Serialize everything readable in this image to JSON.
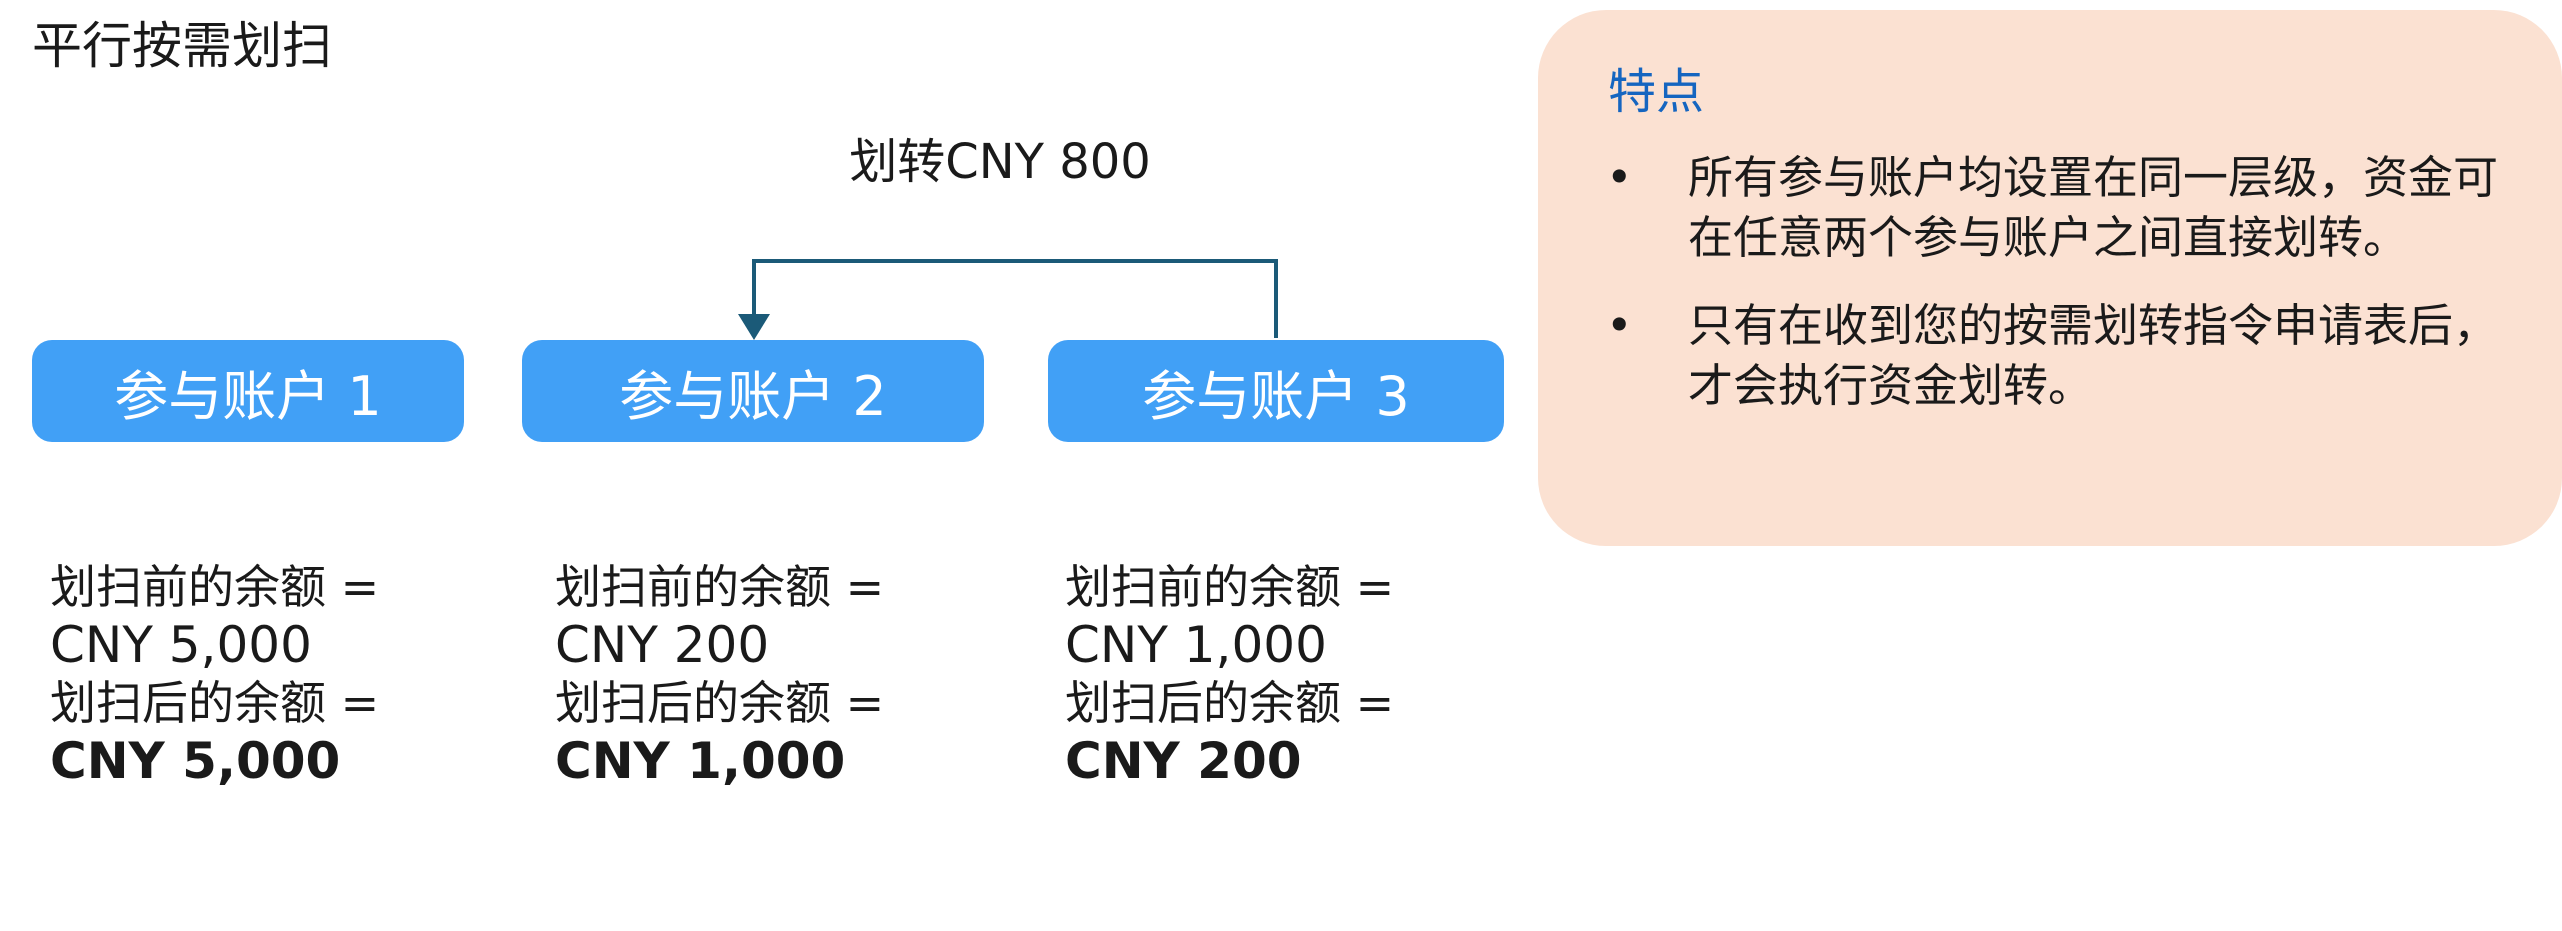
{
  "title": "平行按需划扫",
  "transfer_label": "划转CNY 800",
  "colors": {
    "account_box": "#41a0f6",
    "arrow": "#1b5a78",
    "panel": "#fbe1d2",
    "panel_title": "#1565c0"
  },
  "accounts": [
    {
      "label": "参与账户 1",
      "before_label": "划扫前的余额 =",
      "before_amount": "CNY 5,000",
      "after_label": "划扫后的余额 =",
      "after_amount": "CNY 5,000"
    },
    {
      "label": "参与账户 2",
      "before_label": "划扫前的余额 =",
      "before_amount": "CNY 200",
      "after_label": "划扫后的余额 =",
      "after_amount": "CNY 1,000"
    },
    {
      "label": "参与账户 3",
      "before_label": "划扫前的余额 =",
      "before_amount": "CNY 1,000",
      "after_label": "划扫后的余额 =",
      "after_amount": "CNY 200"
    }
  ],
  "features": {
    "title": "特点",
    "bullet_symbol": "•",
    "items": [
      "所有参与账户均设置在同一层级，资金可在任意两个参与账户之间直接划转。",
      "只有在收到您的按需划转指令申请表后，才会执行资金划转。"
    ]
  }
}
